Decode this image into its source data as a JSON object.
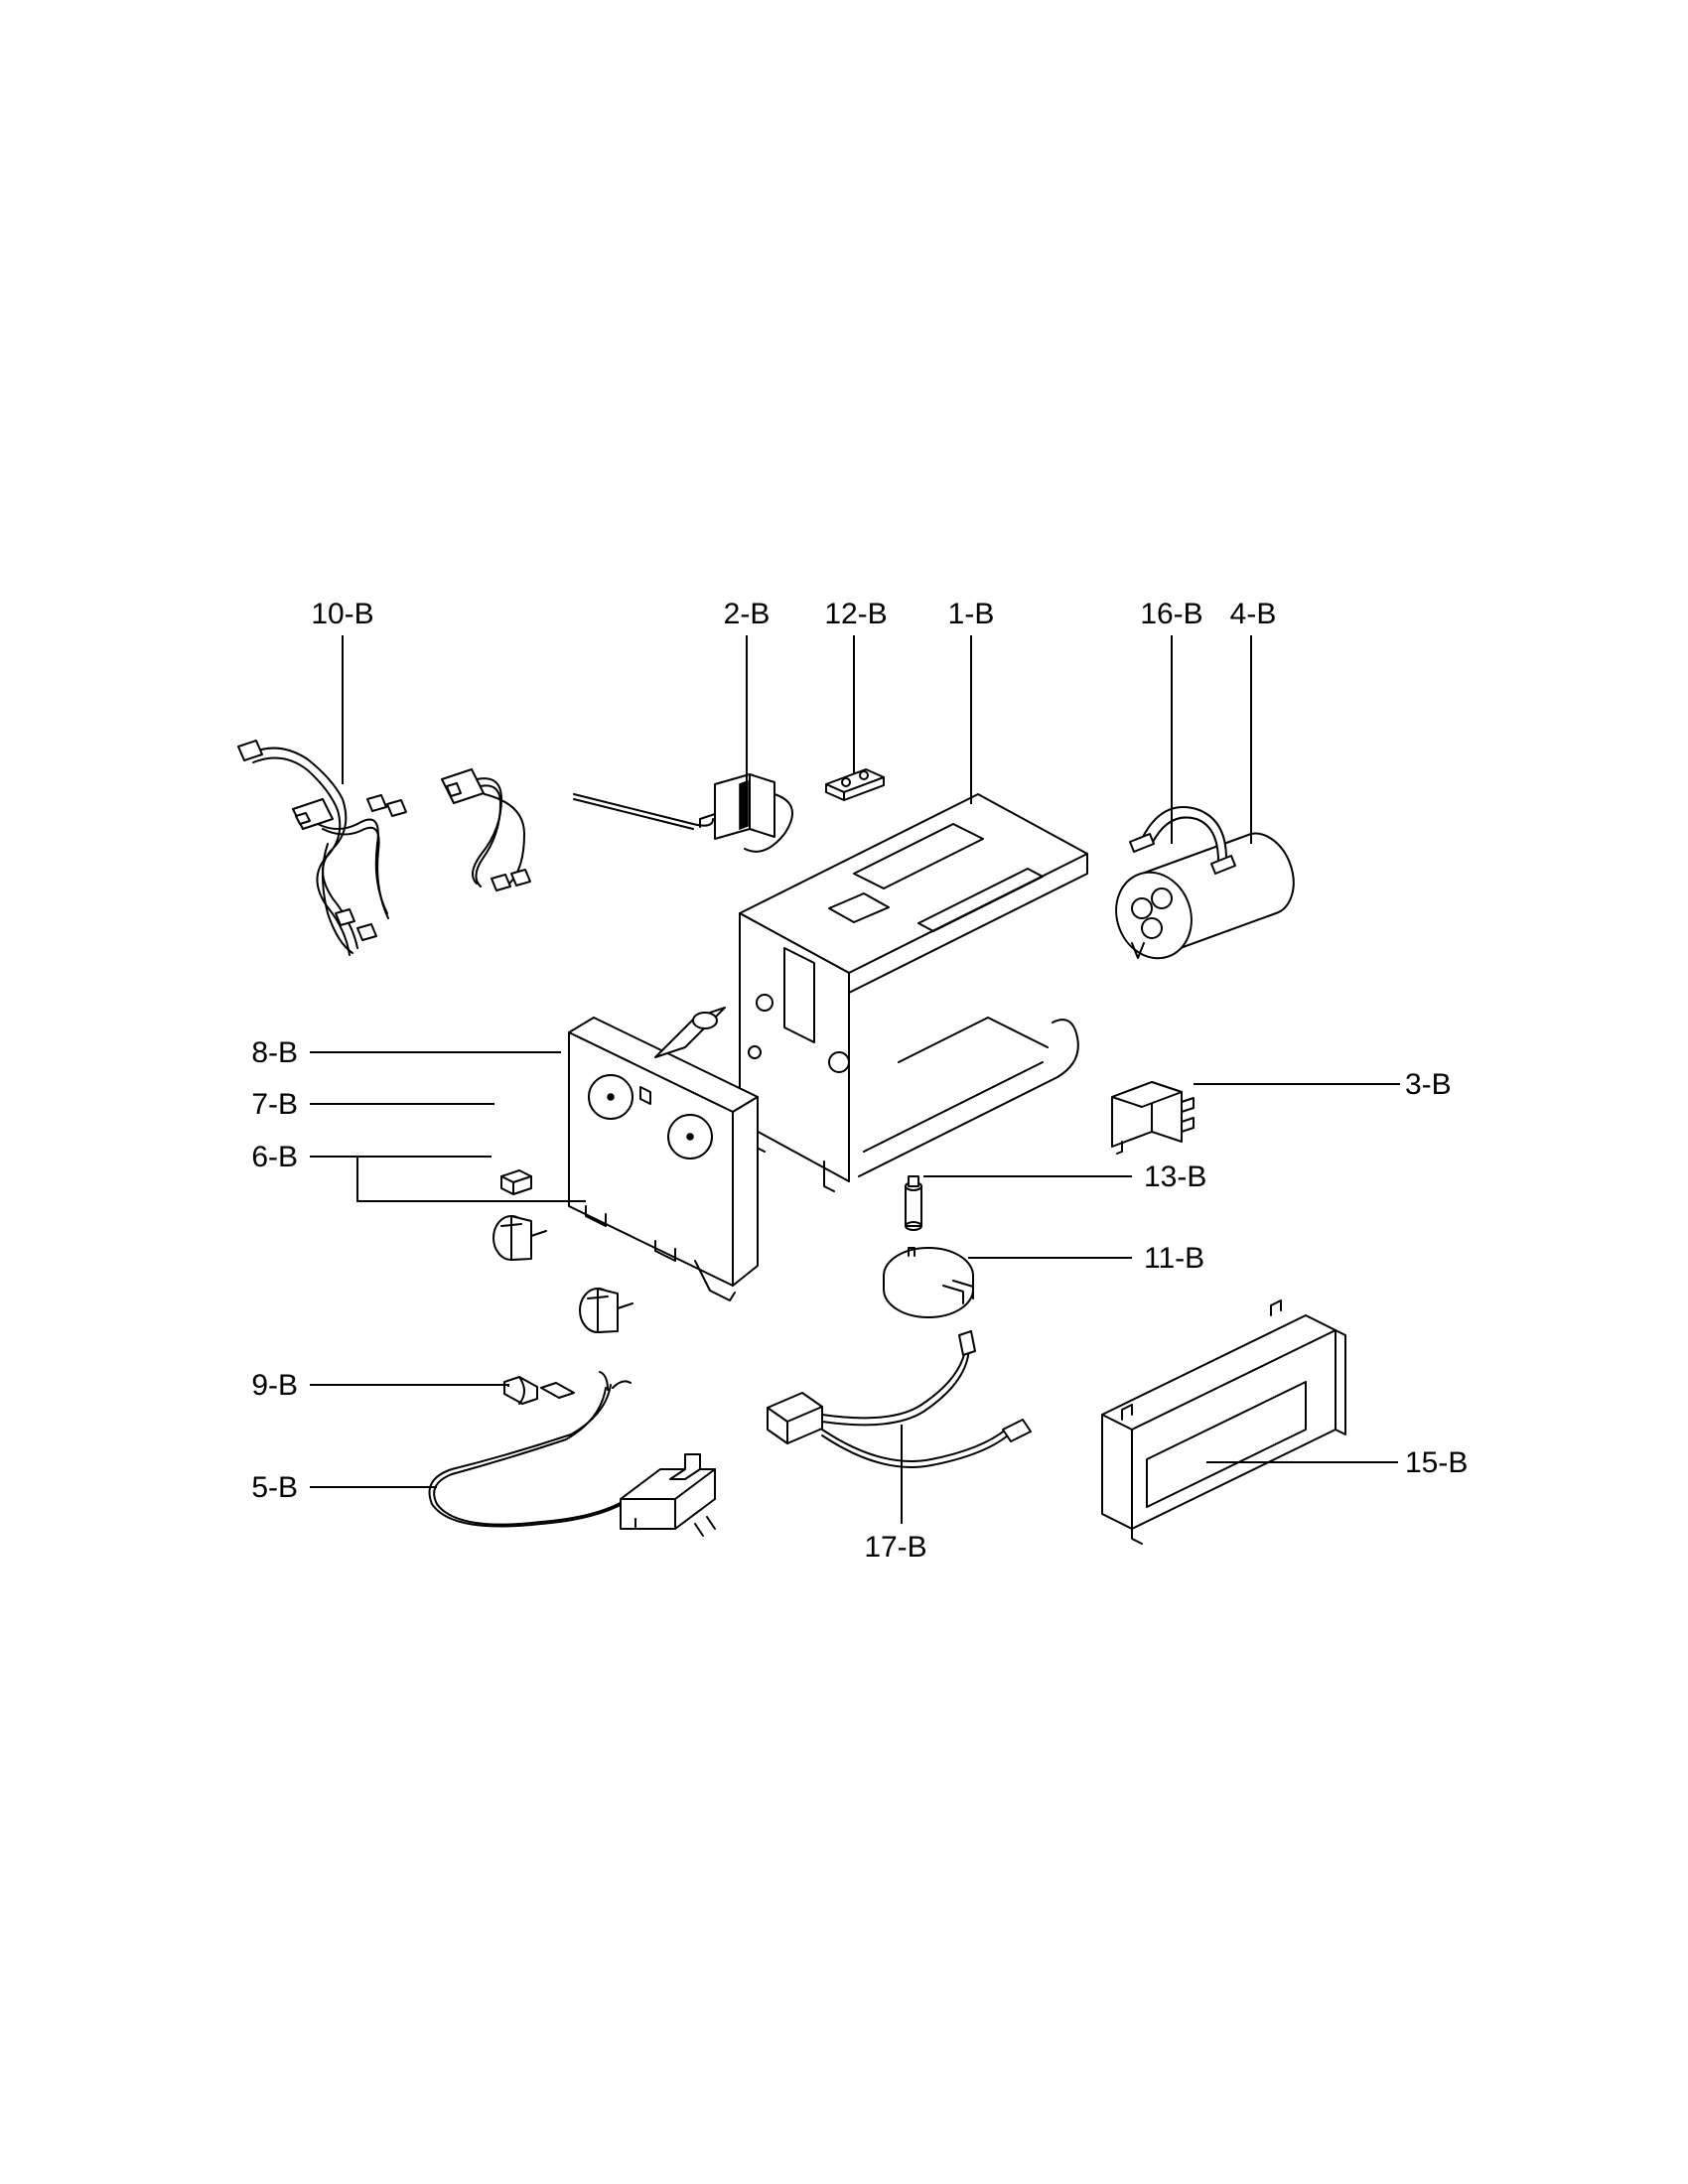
{
  "callouts": {
    "p10": "10-B",
    "p2": "2-B",
    "p12": "12-B",
    "p1": "1-B",
    "p16": "16-B",
    "p4": "4-B",
    "p8": "8-B",
    "p7": "7-B",
    "p6": "6-B",
    "p3": "3-B",
    "p13": "13-B",
    "p11": "11-B",
    "p9": "9-B",
    "p5": "5-B",
    "p17": "17-B",
    "p15": "15-B"
  }
}
